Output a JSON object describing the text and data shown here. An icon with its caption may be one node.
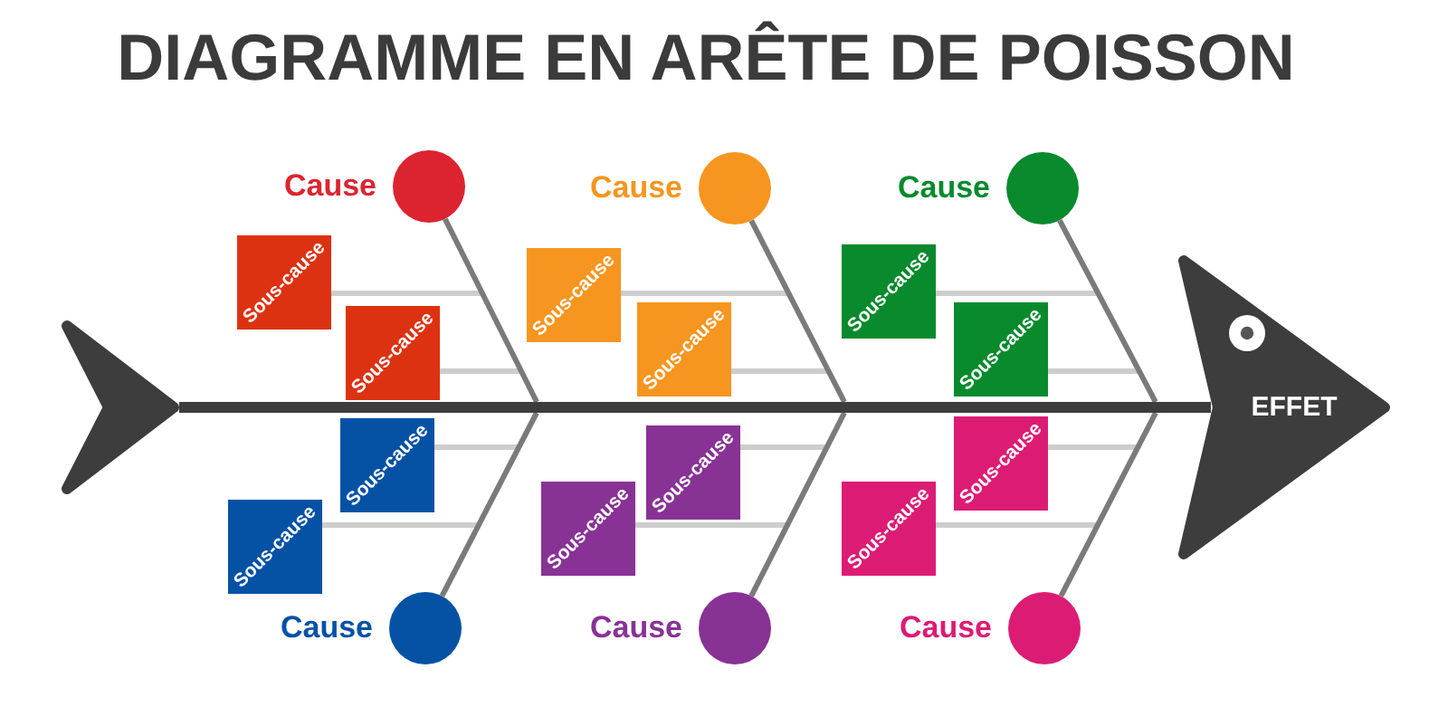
{
  "diagram": {
    "title": "DIAGRAMME EN ARÊTE DE POISSON",
    "nodes": [
      {
        "text": [],
        "shape": "circle",
        "beside": [
          "Cause"
        ]
      },
      {
        "text": [
          "Sous-cause"
        ]
      },
      {
        "text": [
          "Sous-cause"
        ]
      },
      {
        "text": [],
        "shape": "circle",
        "beside": [
          "Cause"
        ]
      },
      {
        "text": [
          "Sous-cause"
        ]
      },
      {
        "text": [
          "Sous-cause"
        ]
      },
      {
        "text": [],
        "shape": "circle",
        "beside": [
          "Cause"
        ]
      },
      {
        "text": [
          "Sous-cause"
        ]
      },
      {
        "text": [
          "Sous-cause"
        ]
      },
      {
        "text": [],
        "shape": "circle",
        "beside": [
          "Cause"
        ]
      },
      {
        "text": [
          "Sous-cause"
        ]
      },
      {
        "text": [
          "Sous-cause"
        ]
      },
      {
        "text": [],
        "shape": "circle",
        "beside": [
          "Cause"
        ]
      },
      {
        "text": [
          "Sous-cause"
        ]
      },
      {
        "text": [
          "Sous-cause"
        ]
      },
      {
        "text": [],
        "shape": "circle",
        "beside": [
          "Cause"
        ]
      },
      {
        "text": [
          "Sous-cause"
        ]
      },
      {
        "text": [
          "Sous-cause"
        ]
      },
      {
        "text": [],
        "shape": "tail"
      },
      {
        "text": [],
        "shape": "bar"
      },
      {
        "text": [
          "EFFET"
        ]
      }
    ],
    "edges": [
      {
        "from": 1,
        "to": 0,
        "arrow": "none"
      },
      {
        "from": 2,
        "to": 0,
        "arrow": "none"
      },
      {
        "from": 4,
        "to": 3,
        "arrow": "none"
      },
      {
        "from": 5,
        "to": 3,
        "arrow": "none"
      },
      {
        "from": 7,
        "to": 6,
        "arrow": "none"
      },
      {
        "from": 8,
        "to": 6,
        "arrow": "none"
      },
      {
        "from": 10,
        "to": 9,
        "arrow": "none"
      },
      {
        "from": 11,
        "to": 9,
        "arrow": "none"
      },
      {
        "from": 13,
        "to": 12,
        "arrow": "none"
      },
      {
        "from": 14,
        "to": 12,
        "arrow": "none"
      },
      {
        "from": 16,
        "to": 15,
        "arrow": "none"
      },
      {
        "from": 17,
        "to": 15,
        "arrow": "none"
      },
      {
        "from": 0,
        "to": 19,
        "arrow": "none",
        "color": "#7a7a7a"
      },
      {
        "from": 3,
        "to": 19,
        "arrow": "none",
        "color": "#7a7a7a"
      },
      {
        "from": 6,
        "to": 19,
        "arrow": "none",
        "color": "#7a7a7a"
      },
      {
        "from": 9,
        "to": 19,
        "arrow": "none",
        "color": "#7a7a7a"
      },
      {
        "from": 12,
        "to": 19,
        "arrow": "none",
        "color": "#7a7a7a"
      },
      {
        "from": 15,
        "to": 19,
        "arrow": "none",
        "color": "#7a7a7a"
      }
    ]
  }
}
